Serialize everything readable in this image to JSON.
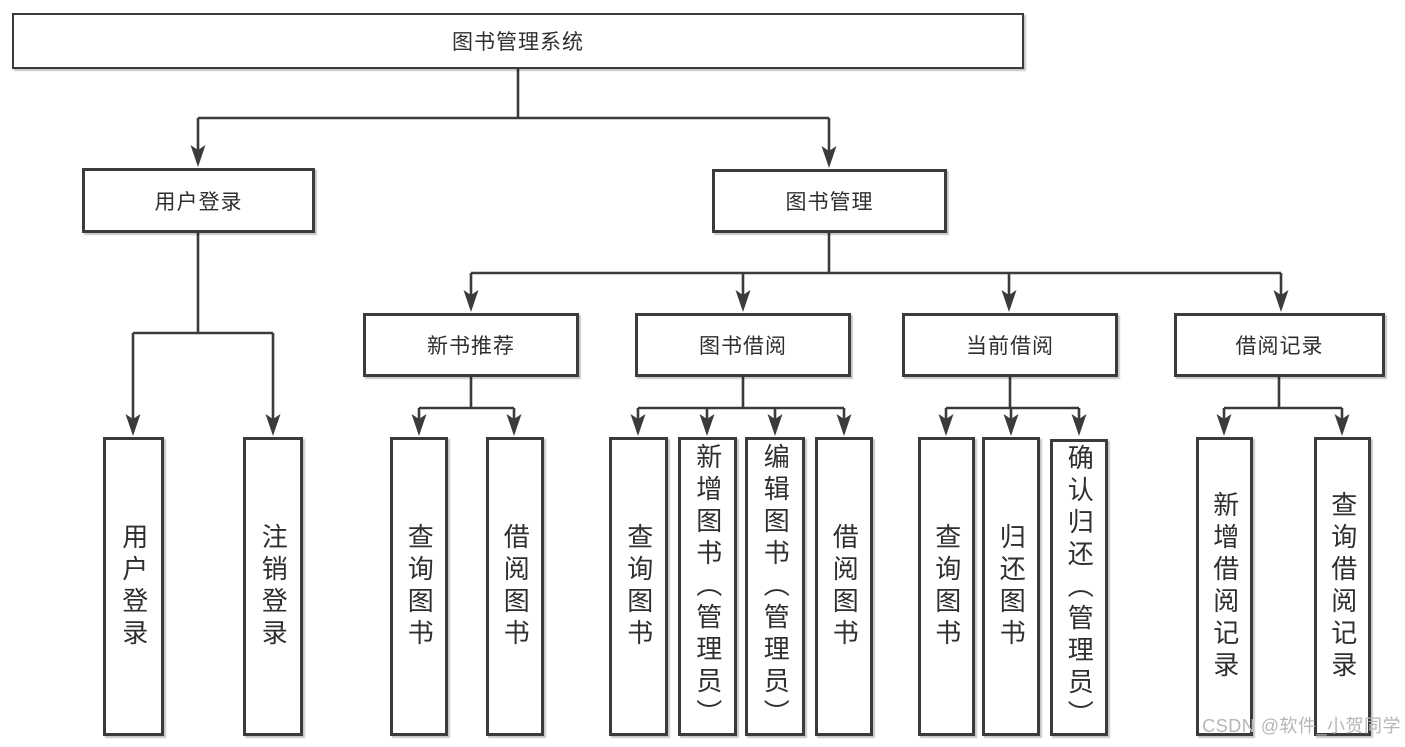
{
  "tree": {
    "root": {
      "label": "图书管理系统"
    },
    "branches": [
      {
        "label": "用户登录",
        "children": [
          "用户登录",
          "注销登录"
        ]
      },
      {
        "label": "图书管理",
        "children": [
          {
            "label": "新书推荐",
            "children": [
              "查询图书",
              "借阅图书"
            ]
          },
          {
            "label": "图书借阅",
            "children": [
              "查询图书",
              "新增图书（管理员）",
              "编辑图书（管理员）",
              "借阅图书"
            ]
          },
          {
            "label": "当前借阅",
            "children": [
              "查询图书",
              "归还图书",
              "确认归还（管理员）"
            ]
          },
          {
            "label": "借阅记录",
            "children": [
              "新增借阅记录",
              "查询借阅记录"
            ]
          }
        ]
      }
    ]
  },
  "watermark": "CSDN @软件_小贺同学",
  "colors": {
    "line": "#3b3b3b",
    "box_border": "#3b3b3b",
    "text": "#2f2f2f",
    "watermark": "#b6b6b6",
    "background": "#ffffff"
  }
}
